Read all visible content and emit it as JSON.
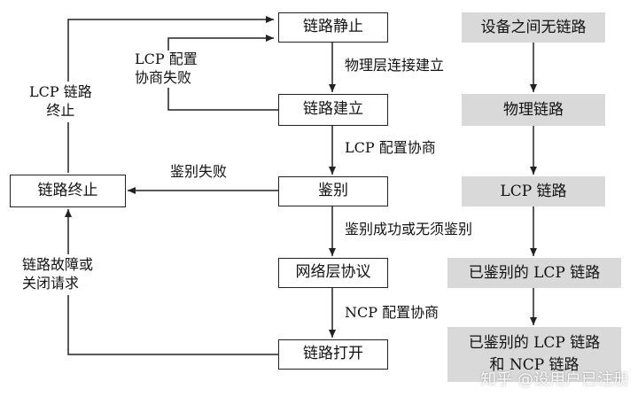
{
  "states": {
    "dead": "链路静止",
    "establish": "链路建立",
    "authenticate": "鉴别",
    "network": "网络层协议",
    "open": "链路打开",
    "terminate": "链路终止"
  },
  "transitions": {
    "physical_up": "物理层连接建立",
    "lcp_negotiate": "LCP 配置协商",
    "lcp_fail_line1": "LCP 配置",
    "lcp_fail_line2": "协商失败",
    "auth_fail": "鉴别失败",
    "auth_ok": "鉴别成功或无须鉴别",
    "ncp_negotiate": "NCP 配置协商",
    "failure_line1": "链路故障或",
    "failure_line2": "关闭请求",
    "lcp_term_line1": "LCP 链路",
    "lcp_term_line2": "终止"
  },
  "phases": {
    "p1": "设备之间无链路",
    "p2": "物理链路",
    "p3": "LCP 链路",
    "p4": "已鉴别的 LCP 链路",
    "p5_line1": "已鉴别的 LCP 链路",
    "p5_line2": "和 NCP 链路"
  },
  "watermark": "知乎 @设用户已注册"
}
